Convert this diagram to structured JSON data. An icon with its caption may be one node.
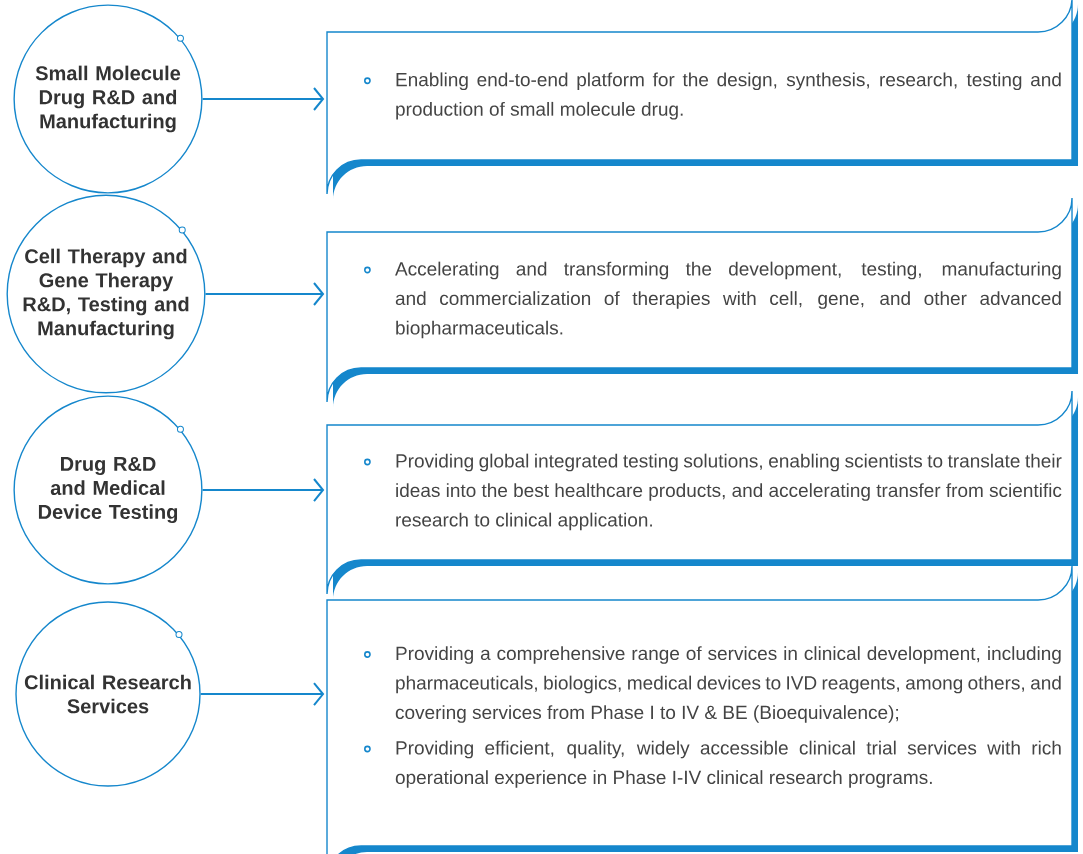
{
  "diagram": {
    "nodes": [
      {
        "text": [
          "Small Molecule Drug R&D and Manufacturing"
        ]
      },
      {
        "text": [
          "Enabling end-to-end platform for the design, synthesis, research, testing and production of small molecule drug."
        ]
      },
      {
        "text": [
          "Cell Therapy and Gene Therapy R&D, Testing and Manufacturing"
        ]
      },
      {
        "text": [
          "Accelerating and transforming the development, testing, manufacturing and commercialization of therapies with cell, gene, and other advanced biopharmaceuticals."
        ]
      },
      {
        "text": [
          "Drug R&D and Medical Device Testing"
        ]
      },
      {
        "text": [
          "Providing global integrated testing solutions, enabling scientists to translate their ideas into the best healthcare products, and accelerating transfer from scientific research to clinical application."
        ]
      },
      {
        "text": [
          "Clinical Research Services"
        ]
      },
      {
        "text": [
          "Providing a comprehensive range of services in clinical development, including pharmaceuticals, biologics, medical devices to IVD reagents, among others, and covering services from Phase I to IV & BE (Bioequivalence);",
          "Providing efficient, quality, widely accessible clinical trial services with rich operational experience in Phase I-IV clinical research programs."
        ]
      }
    ],
    "edges": [
      {
        "from": 0,
        "to": 1,
        "arrow": "to"
      },
      {
        "from": 2,
        "to": 3,
        "arrow": "to"
      },
      {
        "from": 4,
        "to": 5,
        "arrow": "to"
      },
      {
        "from": 6,
        "to": 7,
        "arrow": "to"
      }
    ]
  }
}
